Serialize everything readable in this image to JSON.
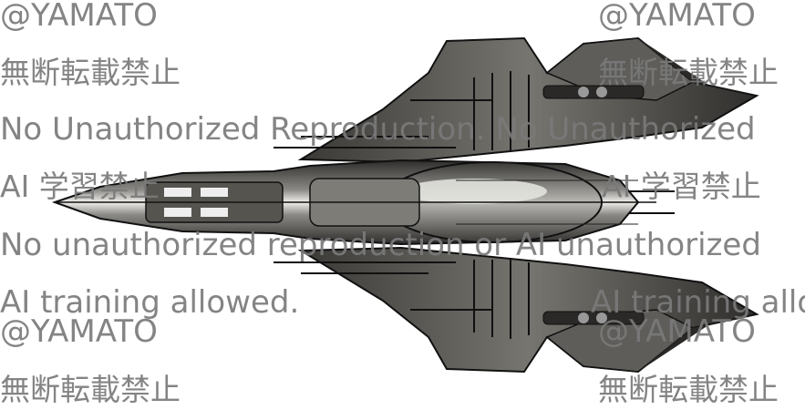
{
  "watermark": {
    "credit": "@YAMATO",
    "no_repost_jp": "無断転載禁止",
    "no_reproduction_1": "No Unauthorized Reproduction. No Unauthorized",
    "ai_ban_jp": "AI 学習禁止",
    "no_reproduction_2": "No unauthorized reproduction or AI unauthorized",
    "ai_training": "AI training allowed."
  },
  "colors": {
    "hull_dark": "#3a3936",
    "hull_mid": "#6b6a66",
    "hull_light": "#bdbcb8",
    "highlight": "#f2f2f0",
    "outline": "#111111",
    "watermark": "#7a7a7a"
  }
}
